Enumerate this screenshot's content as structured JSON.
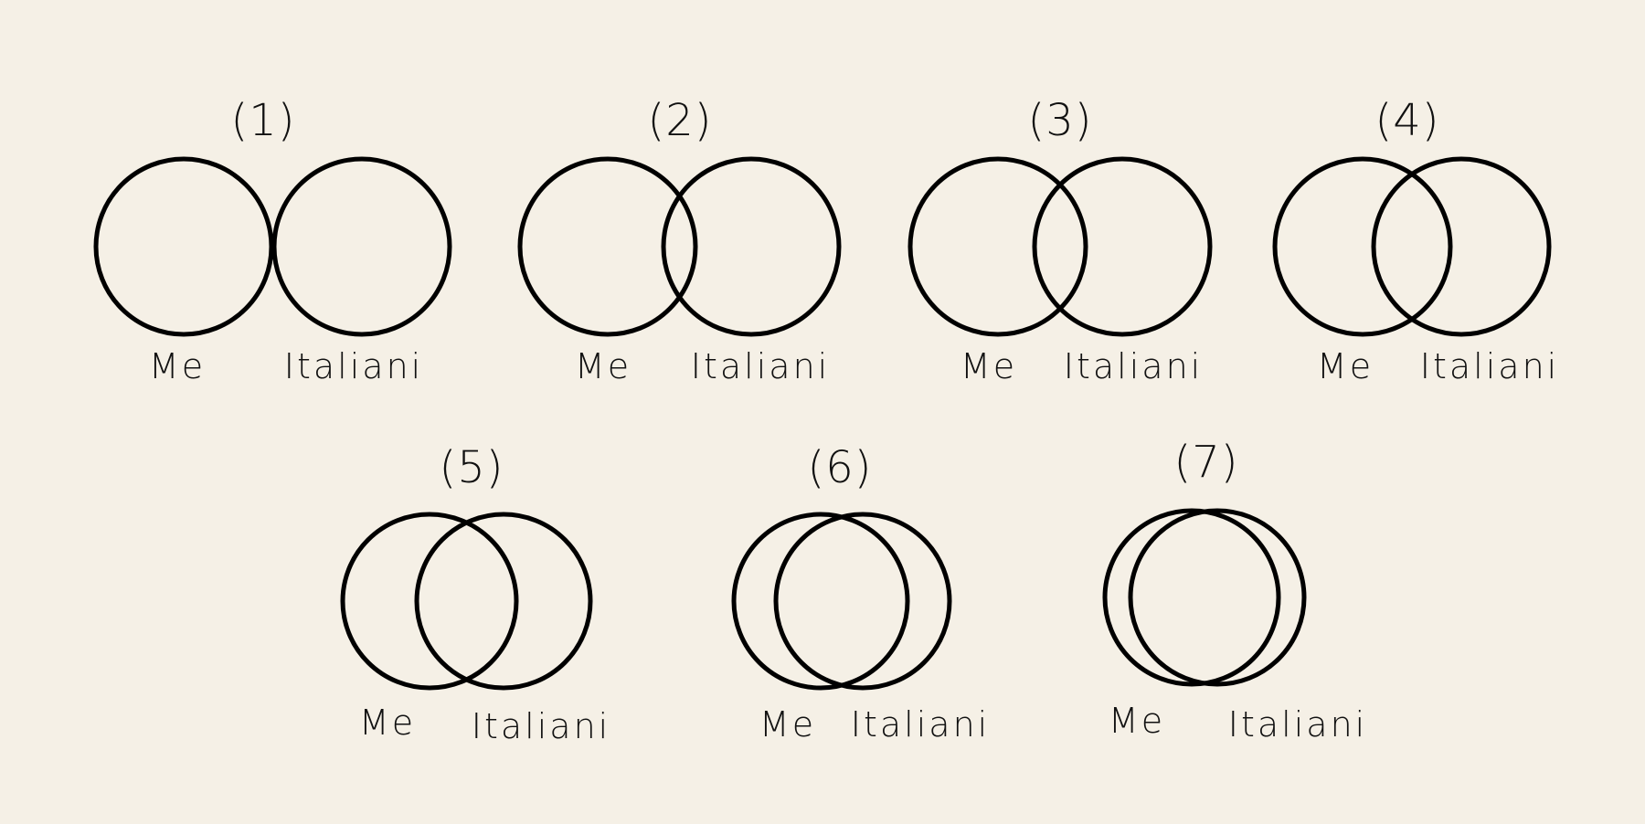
{
  "colors": {
    "background": "#f5f0e6",
    "stroke": "#000000",
    "text": "#111111"
  },
  "diagrams": [
    {
      "number": "(1)",
      "left_label": "Me",
      "right_label": "Italiani"
    },
    {
      "number": "(2)",
      "left_label": "Me",
      "right_label": "Italiani"
    },
    {
      "number": "(3)",
      "left_label": "Me",
      "right_label": "Italiani"
    },
    {
      "number": "(4)",
      "left_label": "Me",
      "right_label": "Italiani"
    },
    {
      "number": "(5)",
      "left_label": "Me",
      "right_label": "Italiani"
    },
    {
      "number": "(6)",
      "left_label": "Me",
      "right_label": "Italiani"
    },
    {
      "number": "(7)",
      "left_label": "Me",
      "right_label": "Italiani"
    }
  ]
}
